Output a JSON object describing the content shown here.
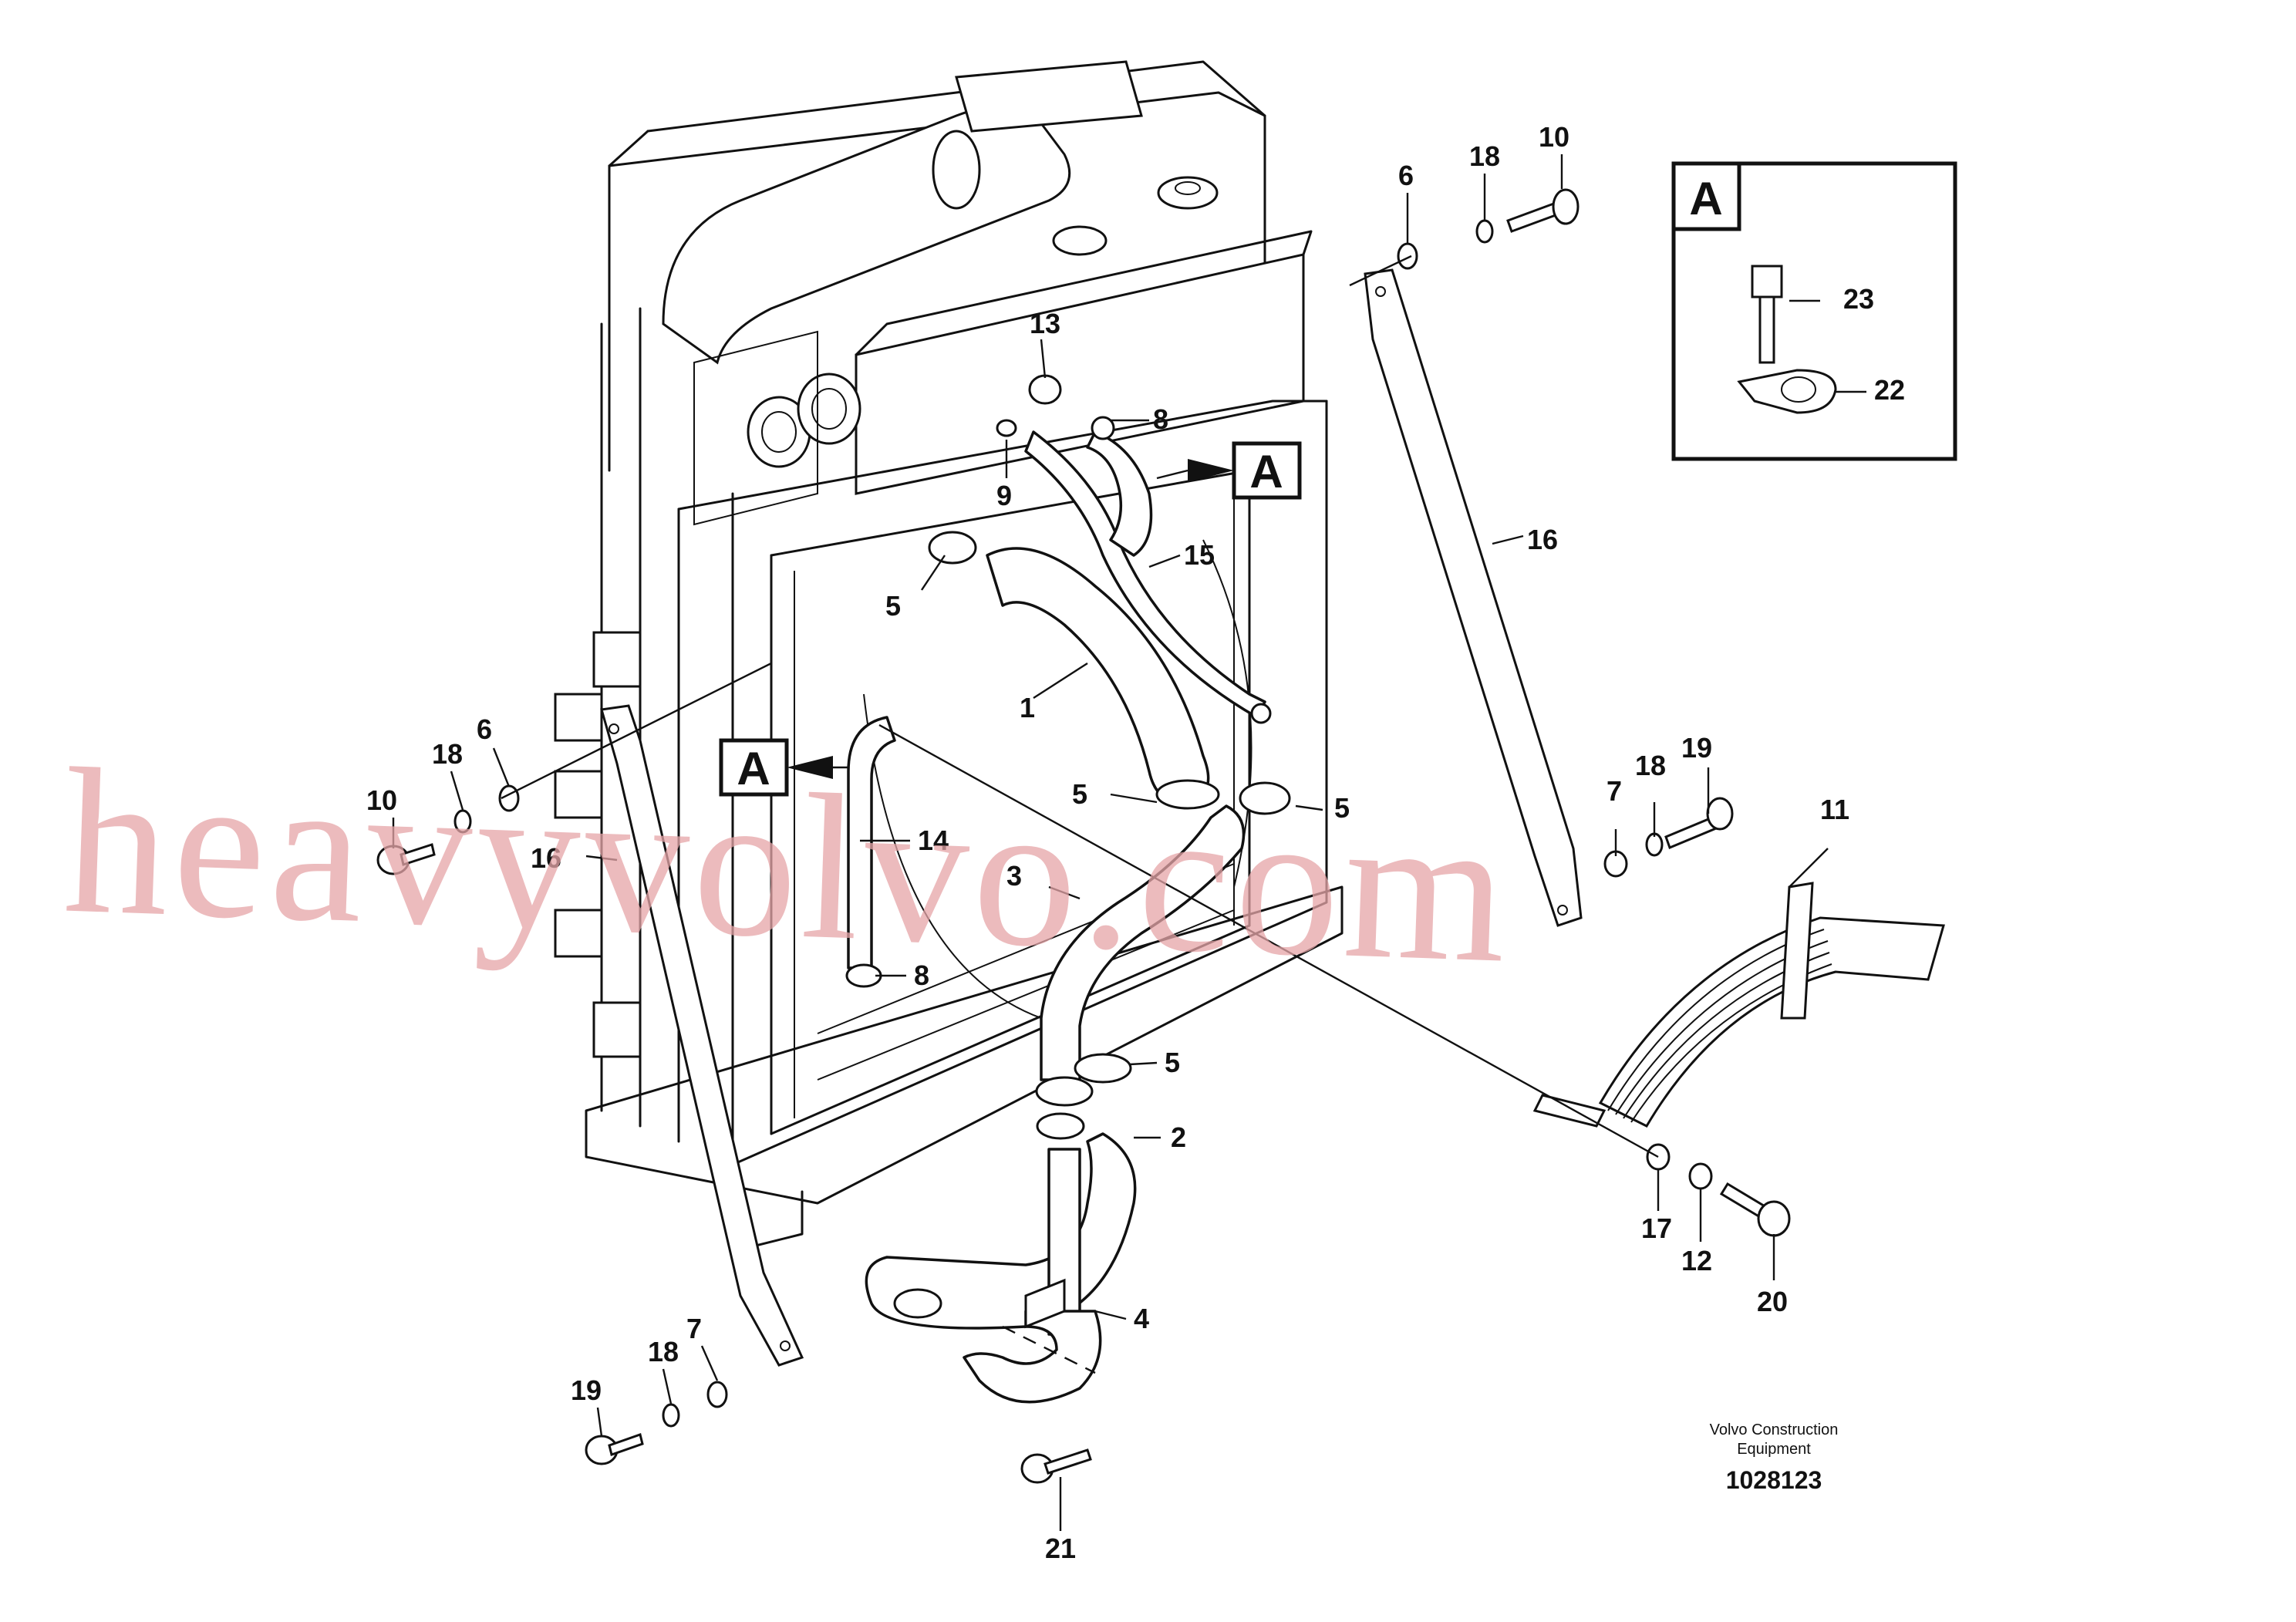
{
  "inset": {
    "label": "A",
    "parts": [
      "23",
      "22"
    ]
  },
  "callout_a_left": "A",
  "callout_a_top": "A",
  "labels": {
    "l1": "1",
    "l2": "2",
    "l3": "3",
    "l4": "4",
    "l5a": "5",
    "l5b": "5",
    "l5c": "5",
    "l5d": "5",
    "l6a": "6",
    "l6b": "6",
    "l7a": "7",
    "l7b": "7",
    "l8a": "8",
    "l8b": "8",
    "l9": "9",
    "l10a": "10",
    "l10b": "10",
    "l11": "11",
    "l12": "12",
    "l13": "13",
    "l14": "14",
    "l15": "15",
    "l16a": "16",
    "l16b": "16",
    "l17": "17",
    "l18a": "18",
    "l18b": "18",
    "l18c": "18",
    "l18d": "18",
    "l19a": "19",
    "l19b": "19",
    "l20": "20",
    "l21": "21"
  },
  "footer": {
    "company_line1": "Volvo Construction",
    "company_line2": "Equipment",
    "drawing_number": "1028123"
  },
  "watermark": "heavyvolvo.com"
}
